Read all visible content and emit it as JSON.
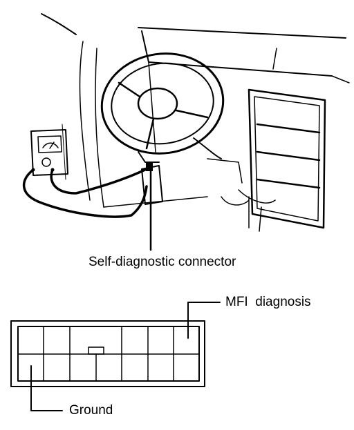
{
  "labels": {
    "self_diagnostic_connector": "Self-diagnostic connector",
    "mfi_diagnosis": "MFI  diagnosis",
    "ground": "Ground"
  },
  "colors": {
    "ink": "#000000",
    "paper": "#ffffff"
  },
  "icons": [
    "multimeter-icon",
    "steering-wheel-icon",
    "air-vent-icon"
  ]
}
